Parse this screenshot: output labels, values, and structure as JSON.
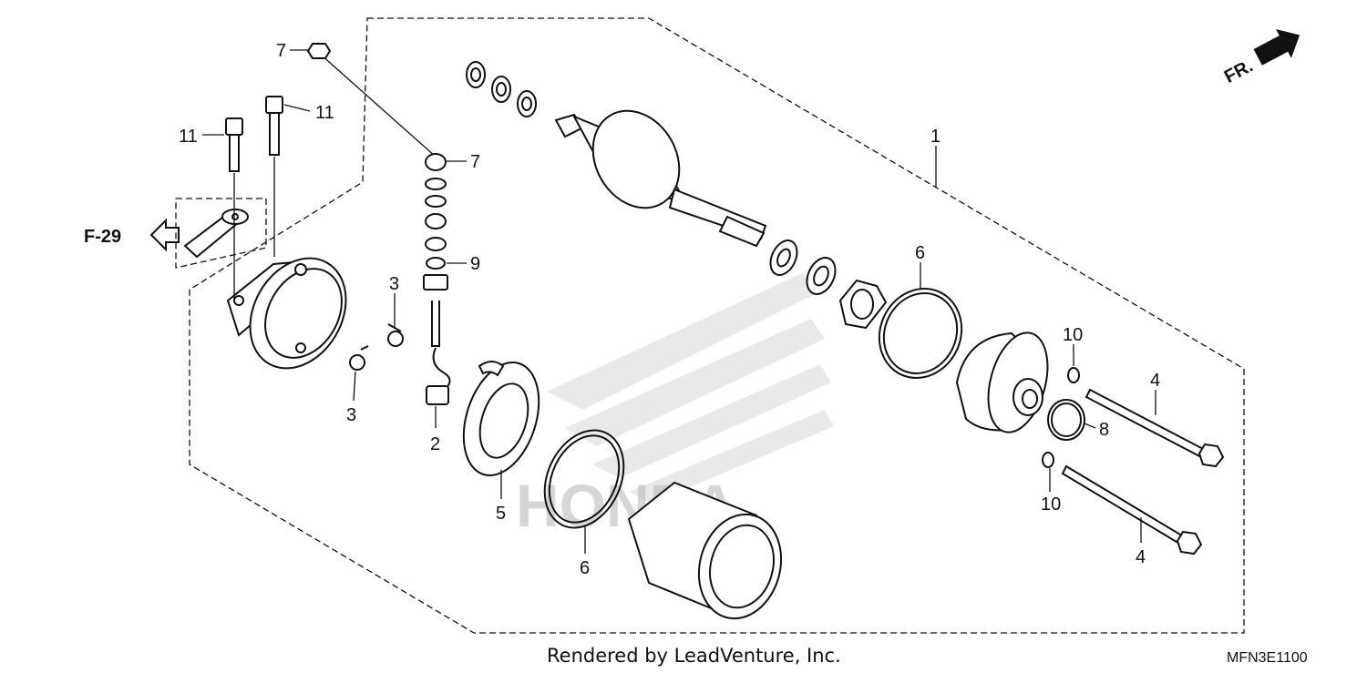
{
  "callouts": {
    "c1": "1",
    "c2": "2",
    "c3a": "3",
    "c3b": "3",
    "c4a": "4",
    "c4b": "4",
    "c5": "5",
    "c6a": "6",
    "c6b": "6",
    "c7a": "7",
    "c7b": "7",
    "c8": "8",
    "c9": "9",
    "c10a": "10",
    "c10b": "10",
    "c11a": "11",
    "c11b": "11"
  },
  "ref_link": "F-29",
  "direction": "FR.",
  "watermark": "HONDA",
  "footer": {
    "credit": "Rendered by LeadVenture, Inc.",
    "code": "MFN3E1100"
  }
}
